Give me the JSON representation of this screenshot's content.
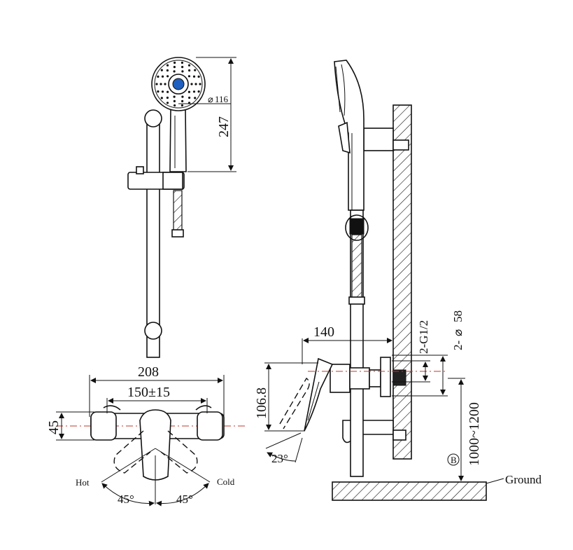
{
  "labels": {
    "head_diameter": "116",
    "head_length": "247",
    "width_total": "208",
    "centers": "150±15",
    "depth": "45",
    "hot": "Hot",
    "cold": "Cold",
    "hot_angle": "45°",
    "cold_angle": "45°",
    "projection": "140",
    "lever_height": "106.8",
    "lever_angle": "23°",
    "thread": "2-G1/2",
    "escutcheon": "2-",
    "escutcheon_dia": "58",
    "height_range": "1000~1200",
    "marker": "B",
    "ground": "Ground"
  },
  "colors": {
    "line": "#111111",
    "centerline": "#c0392b",
    "accent_blue": "#1f5fbf"
  }
}
